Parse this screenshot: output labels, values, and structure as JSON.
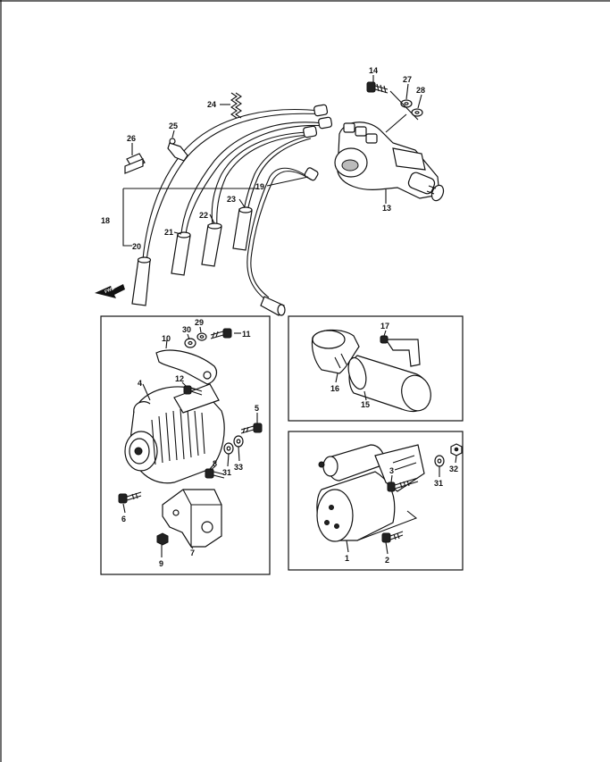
{
  "callouts": {
    "c14": "14",
    "c27": "27",
    "c28": "28",
    "c24": "24",
    "c25": "25",
    "c26": "26",
    "c19": "19",
    "c13": "13",
    "c23": "23",
    "c22": "22",
    "c18": "18",
    "c21": "21",
    "c20": "20",
    "c10": "10",
    "c30": "30",
    "c29": "29",
    "c11": "11",
    "c4": "4",
    "c12": "12",
    "c5": "5",
    "c8": "8",
    "c31a": "31",
    "c33": "33",
    "c6": "6",
    "c7": "7",
    "c9": "9",
    "c17": "17",
    "c16": "16",
    "c15": "15",
    "c3": "3",
    "c31b": "31",
    "c32": "32",
    "c1": "1",
    "c2": "2"
  },
  "forward_marker": "FWD"
}
